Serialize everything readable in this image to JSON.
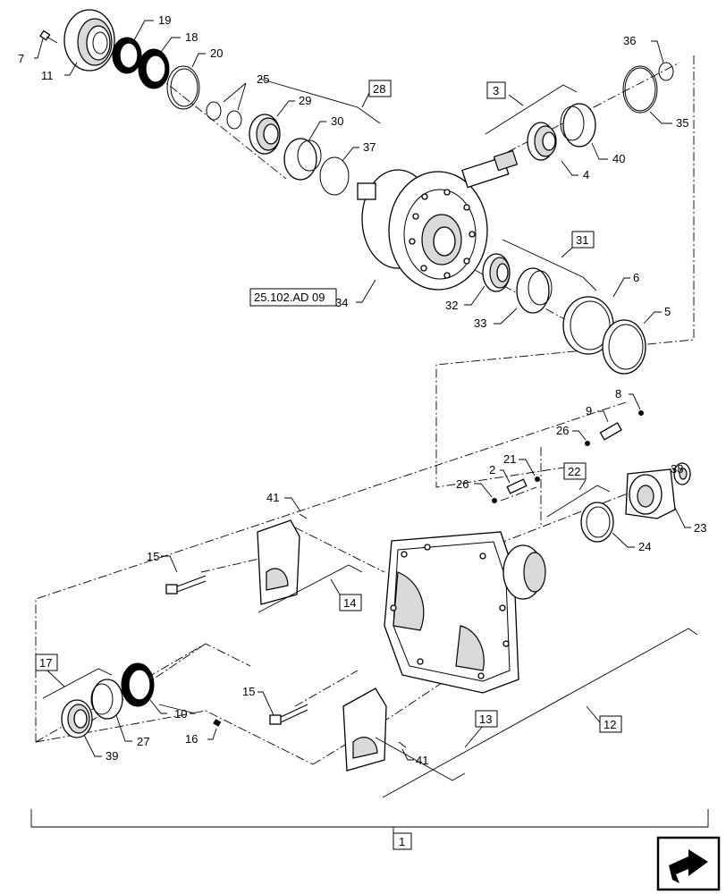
{
  "callouts": {
    "c1": "1",
    "c2": "2",
    "c3": "3",
    "c4": "4",
    "c5": "5",
    "c6": "6",
    "c7": "7",
    "c8": "8",
    "c9": "9",
    "c10": "10",
    "c11": "11",
    "c12": "12",
    "c13": "13",
    "c14": "14",
    "c15a": "15",
    "c15b": "15",
    "c16": "16",
    "c17": "17",
    "c18": "18",
    "c19": "19",
    "c20": "20",
    "c21": "21",
    "c22": "22",
    "c23": "23",
    "c24": "24",
    "c25": "25",
    "c26a": "26",
    "c26b": "26",
    "c27": "27",
    "c28": "28",
    "c29": "29",
    "c30": "30",
    "c31": "31",
    "c32": "32",
    "c33": "33",
    "c34": "34",
    "c35": "35",
    "c36": "36",
    "c37": "37",
    "c38": "38",
    "c39": "39",
    "c40": "40",
    "c41a": "41",
    "c41b": "41"
  },
  "reference": "25.102.AD 09",
  "nav": {
    "icon": "next-page-arrow-icon"
  }
}
